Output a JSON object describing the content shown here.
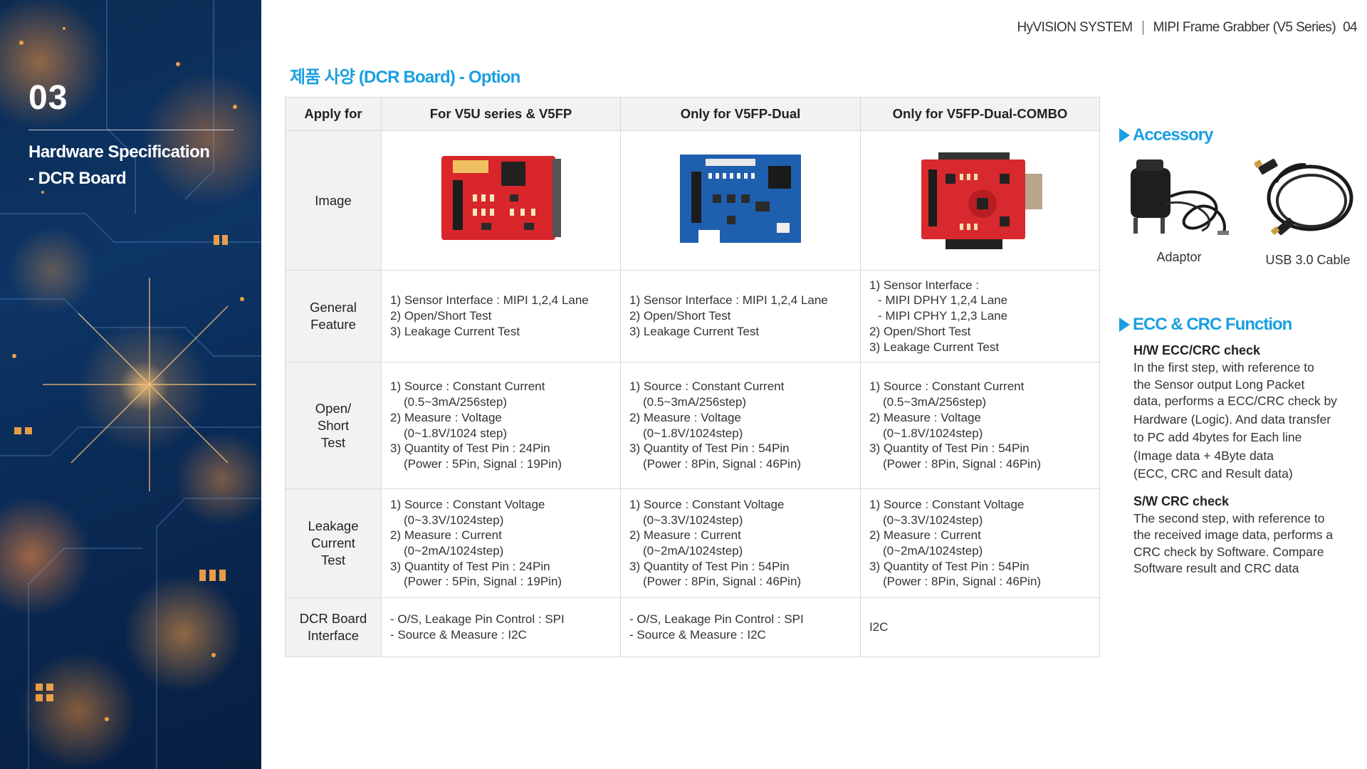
{
  "sidebar": {
    "section_number": "03",
    "title_line1": "Hardware Specification",
    "title_line2": "- DCR Board"
  },
  "header": {
    "company": "HyVISION SYSTEM",
    "product": "MIPI Frame Grabber (V5 Series)",
    "page": "04"
  },
  "page_heading": "제품 사양 (DCR Board) - Option",
  "table": {
    "headers": [
      "Apply for",
      "For V5U series & V5FP",
      "Only for V5FP-Dual",
      "Only for V5FP-Dual-COMBO"
    ],
    "image_label": "Image",
    "general": {
      "label_line1": "General",
      "label_line2": "Feature",
      "col1": [
        "1) Sensor Interface : MIPI 1,2,4 Lane",
        "2) Open/Short Test",
        "3) Leakage Current Test"
      ],
      "col2": [
        "1) Sensor Interface : MIPI 1,2,4 Lane",
        "2) Open/Short Test",
        "3) Leakage Current Test"
      ],
      "col3": [
        "1) Sensor Interface :",
        "- MIPI DPHY 1,2,4 Lane",
        "- MIPI CPHY 1,2,3 Lane",
        "2) Open/Short Test",
        "3) Leakage Current Test"
      ]
    },
    "openshort": {
      "label_line1": "Open/",
      "label_line2": "Short",
      "label_line3": "Test",
      "col1": [
        "1) Source : Constant Current",
        "(0.5~3mA/256step)",
        "2) Measure : Voltage",
        "(0~1.8V/1024 step)",
        "3) Quantity of Test Pin : 24Pin",
        "(Power : 5Pin, Signal : 19Pin)"
      ],
      "col2": [
        "1) Source : Constant Current",
        "(0.5~3mA/256step)",
        "2) Measure : Voltage",
        "(0~1.8V/1024step)",
        "3) Quantity of Test Pin : 54Pin",
        "(Power : 8Pin, Signal : 46Pin)"
      ],
      "col3": [
        "1) Source : Constant Current",
        "(0.5~3mA/256step)",
        "2) Measure : Voltage",
        "(0~1.8V/1024step)",
        "3) Quantity of Test Pin : 54Pin",
        "(Power : 8Pin, Signal : 46Pin)"
      ]
    },
    "leakage": {
      "label_line1": "Leakage",
      "label_line2": "Current",
      "label_line3": "Test",
      "col1": [
        "1) Source : Constant Voltage",
        "(0~3.3V/1024step)",
        "2) Measure : Current",
        "(0~2mA/1024step)",
        "3) Quantity of Test Pin : 24Pin",
        "(Power : 5Pin, Signal : 19Pin)"
      ],
      "col2": [
        "1) Source : Constant Voltage",
        "(0~3.3V/1024step)",
        "2) Measure : Current",
        "(0~2mA/1024step)",
        "3) Quantity of Test Pin : 54Pin",
        "(Power : 8Pin, Signal : 46Pin)"
      ],
      "col3": [
        "1) Source : Constant Voltage",
        "(0~3.3V/1024step)",
        "2) Measure : Current",
        "(0~2mA/1024step)",
        "3) Quantity of Test Pin : 54Pin",
        "(Power : 8Pin, Signal : 46Pin)"
      ]
    },
    "interface": {
      "label_line1": "DCR Board",
      "label_line2": "Interface",
      "col1": [
        "- O/S, Leakage Pin Control : SPI",
        "- Source & Measure : I2C"
      ],
      "col2": [
        "- O/S, Leakage Pin Control : SPI",
        "- Source & Measure : I2C"
      ],
      "col3": [
        "I2C"
      ]
    }
  },
  "accessory": {
    "heading": "Accessory",
    "items": [
      {
        "label": "Adaptor",
        "icon": "power-adaptor-icon"
      },
      {
        "label": "USB 3.0 Cable",
        "icon": "usb-cable-icon"
      }
    ]
  },
  "ecc": {
    "heading": "ECC & CRC Function",
    "hw_title": "H/W ECC/CRC check",
    "hw_lines": [
      "In the first step, with reference to",
      "the Sensor output Long Packet",
      "data, performs a ECC/CRC check by",
      "Hardware (Logic). And data transfer",
      "to PC add 4bytes for Each line",
      "(Image data +  4Byte data",
      "(ECC, CRC and Result data)"
    ],
    "sw_title": "S/W CRC check",
    "sw_lines": [
      "The second step, with reference to",
      "the received image data, performs a",
      "CRC check by Software. Compare",
      "Software result and CRC data"
    ]
  },
  "colors": {
    "accent": "#1a9fe0",
    "sidebar_bg": "#0d3566",
    "board_red": "#d8262b",
    "board_blue": "#1f5fb0"
  }
}
